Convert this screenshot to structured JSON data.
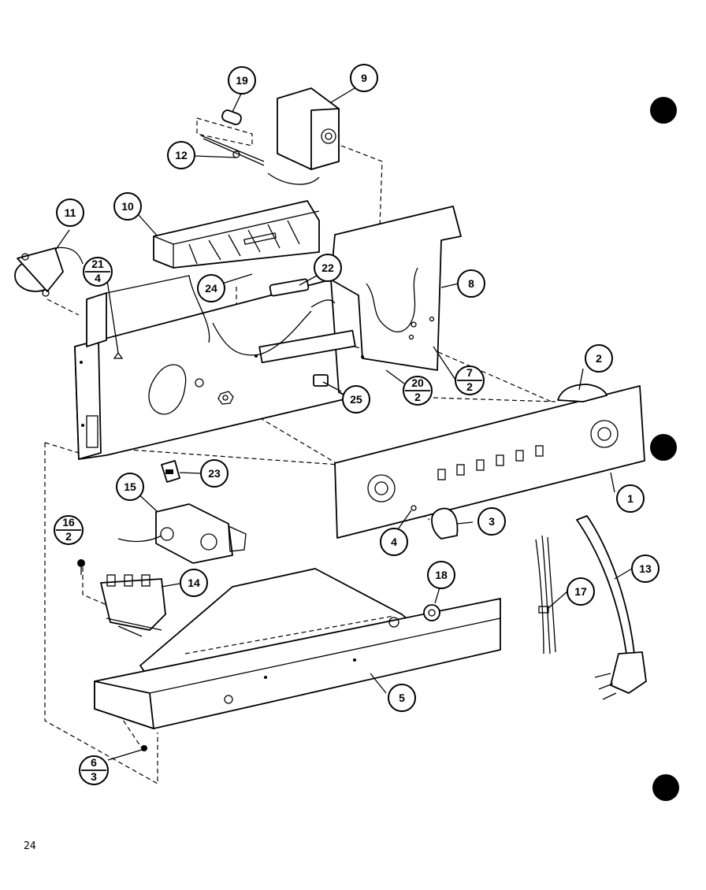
{
  "page_number": "24",
  "callouts": [
    {
      "id": "1",
      "label": "1"
    },
    {
      "id": "2",
      "label": "2"
    },
    {
      "id": "3",
      "label": "3"
    },
    {
      "id": "4",
      "label": "4"
    },
    {
      "id": "5",
      "label": "5"
    },
    {
      "id": "8",
      "label": "8"
    },
    {
      "id": "9",
      "label": "9"
    },
    {
      "id": "10",
      "label": "10"
    },
    {
      "id": "11",
      "label": "11"
    },
    {
      "id": "12",
      "label": "12"
    },
    {
      "id": "13",
      "label": "13"
    },
    {
      "id": "14",
      "label": "14"
    },
    {
      "id": "15",
      "label": "15"
    },
    {
      "id": "17",
      "label": "17"
    },
    {
      "id": "18",
      "label": "18"
    },
    {
      "id": "19",
      "label": "19"
    },
    {
      "id": "22",
      "label": "22"
    },
    {
      "id": "23",
      "label": "23"
    },
    {
      "id": "24",
      "label": "24"
    },
    {
      "id": "25",
      "label": "25"
    }
  ],
  "fraction_callouts": [
    {
      "id": "21-4",
      "top": "21",
      "bottom": "4"
    },
    {
      "id": "7-2",
      "top": "7",
      "bottom": "2"
    },
    {
      "id": "20-2",
      "top": "20",
      "bottom": "2"
    },
    {
      "id": "16-2",
      "top": "16",
      "bottom": "2"
    },
    {
      "id": "6-3",
      "top": "6",
      "bottom": "3"
    }
  ]
}
